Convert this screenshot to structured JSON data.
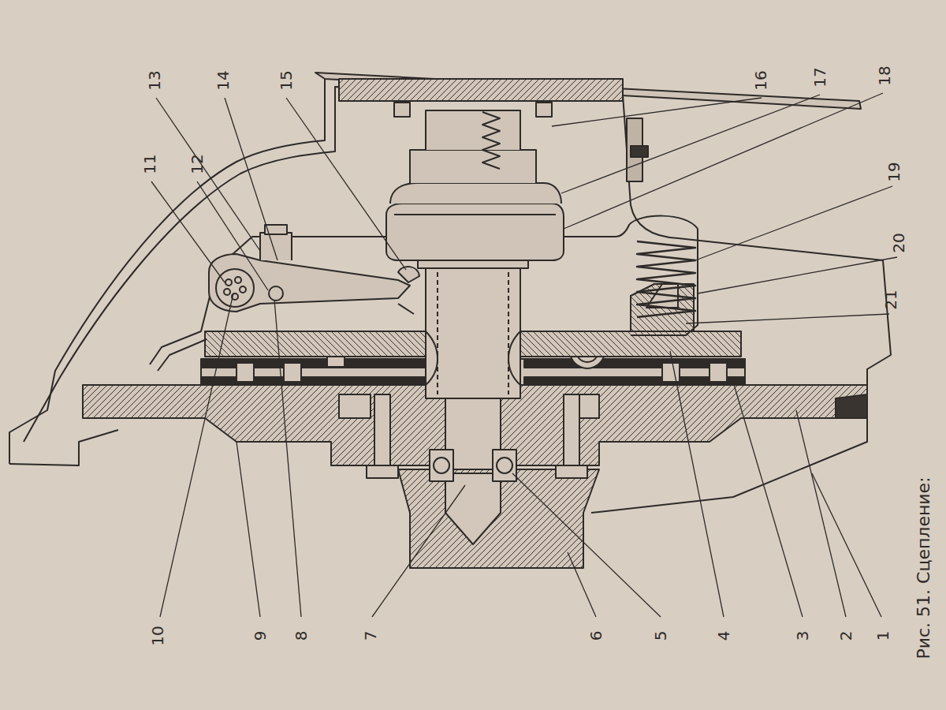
{
  "diagram": {
    "caption": "Рис. 51. Сцепление:",
    "labels": [
      "13",
      "14",
      "15",
      "16",
      "17",
      "18",
      "19",
      "20",
      "21",
      "12",
      "11",
      "10",
      "9",
      "8",
      "7",
      "6",
      "5",
      "4",
      "3",
      "2",
      "1"
    ]
  }
}
